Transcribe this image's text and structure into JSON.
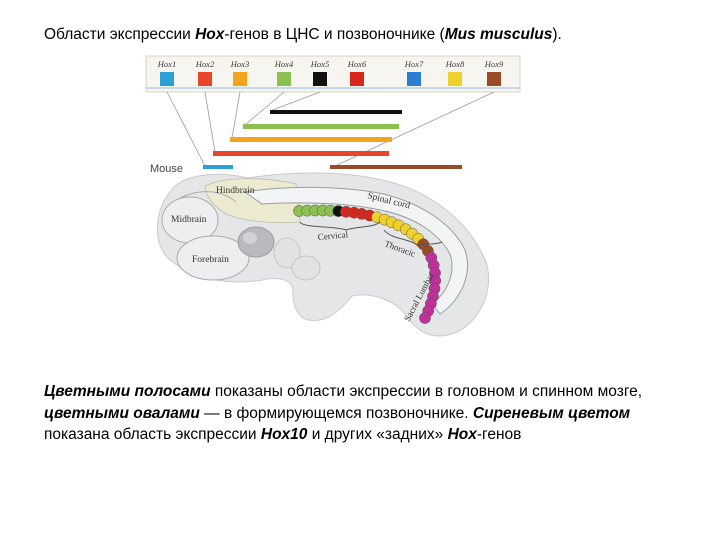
{
  "title": {
    "part1": "Области экспрессии ",
    "hox": "Hox",
    "part2": "-генов в ЦНС и позвоночнике (",
    "species": "Mus musculus",
    "part3": ")."
  },
  "figure": {
    "hox_genes": [
      {
        "label": "Hox1",
        "color": "#2a9fd8"
      },
      {
        "label": "Hox2",
        "color": "#e8452a"
      },
      {
        "label": "Hox3",
        "color": "#f2a51c"
      },
      {
        "label": "Hox4",
        "color": "#8cc152"
      },
      {
        "label": "Hox5",
        "color": "#111111"
      },
      {
        "label": "Hox6",
        "color": "#d9261c"
      },
      {
        "label": "Hox7",
        "color": "#2a7fd0"
      },
      {
        "label": "Hox8",
        "color": "#f0d02a"
      },
      {
        "label": "Hox9",
        "color": "#9a4a25"
      }
    ],
    "mouse_label": "Mouse",
    "regions": {
      "hindbrain": "Hindbrain",
      "midbrain": "Midbrain",
      "forebrain": "Forebrain",
      "spinal_cord": "Spinal cord",
      "cervical": "Cervical",
      "thoracic": "Thoracic",
      "sacral_lumbar": "Sacral Lumbar"
    },
    "vertebra_colors": [
      "#8cc152",
      "#8cc152",
      "#8cc152",
      "#8cc152",
      "#8cc152",
      "#111111",
      "#d9261c",
      "#d9261c",
      "#d9261c",
      "#d9261c",
      "#f0d02a",
      "#f0d02a",
      "#f0d02a",
      "#f0d02a",
      "#f0d02a",
      "#f0d02a",
      "#f0d02a",
      "#9a4a25",
      "#9a4a25",
      "#c0309a",
      "#c0309a",
      "#c0309a",
      "#c0309a",
      "#c0309a",
      "#c0309a",
      "#c0309a",
      "#c0309a",
      "#c0309a"
    ]
  },
  "caption": {
    "s1": "Цветными полосами",
    "t1": " показаны области экспрессии в головном и спинном мозге, ",
    "s2": "цветными овалами",
    "t2": " — в формирующемся позвоночнике. ",
    "s3": "Сиреневым цветом",
    "t3": " показана область экспрессии ",
    "s4": "Hox10",
    "t4": " и других «задних» ",
    "s5": "Hox",
    "t5": "-генов"
  }
}
